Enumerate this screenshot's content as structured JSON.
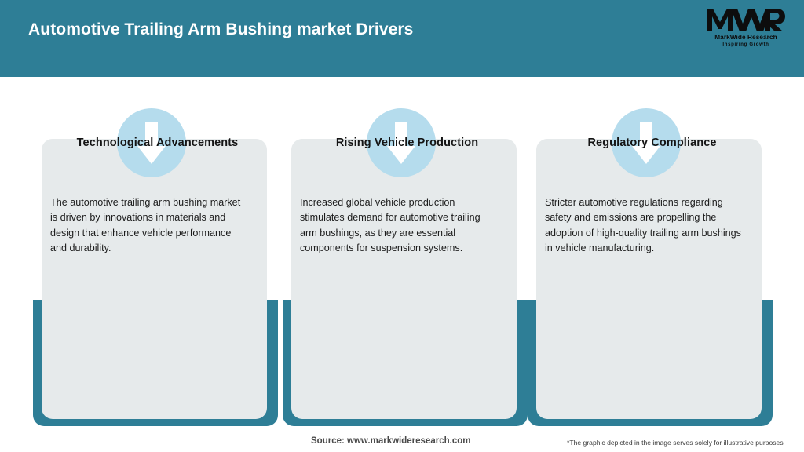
{
  "header": {
    "title": "Automotive Trailing Arm Bushing market Drivers",
    "background_color": "#2e7e96",
    "title_color": "#ffffff"
  },
  "logo": {
    "mark": "MWR",
    "name": "MarkWide Research",
    "tagline": "Inspiring Growth"
  },
  "theme": {
    "teal": "#2e7e96",
    "panel_gray": "#e6eaeb",
    "icon_circle_blue": "#b5dced",
    "arrow_white": "#ffffff",
    "page_background": "#ffffff"
  },
  "cards": [
    {
      "icon": "arrow-down-icon",
      "title": "Technological Advancements",
      "body": "The automotive trailing arm bushing market is driven by innovations in materials and design that enhance vehicle performance and durability."
    },
    {
      "icon": "arrow-down-icon",
      "title": "Rising Vehicle Production",
      "body": "Increased global vehicle production stimulates demand for automotive trailing arm bushings, as they are essential components for suspension systems."
    },
    {
      "icon": "arrow-down-icon",
      "title": "Regulatory Compliance",
      "body": "Stricter automotive regulations regarding safety and emissions are propelling the adoption of high-quality trailing arm bushings in vehicle manufacturing."
    }
  ],
  "footer": {
    "source": "Source: www.markwideresearch.com",
    "disclaimer": "*The graphic depicted in the image serves solely for illustrative purposes"
  }
}
